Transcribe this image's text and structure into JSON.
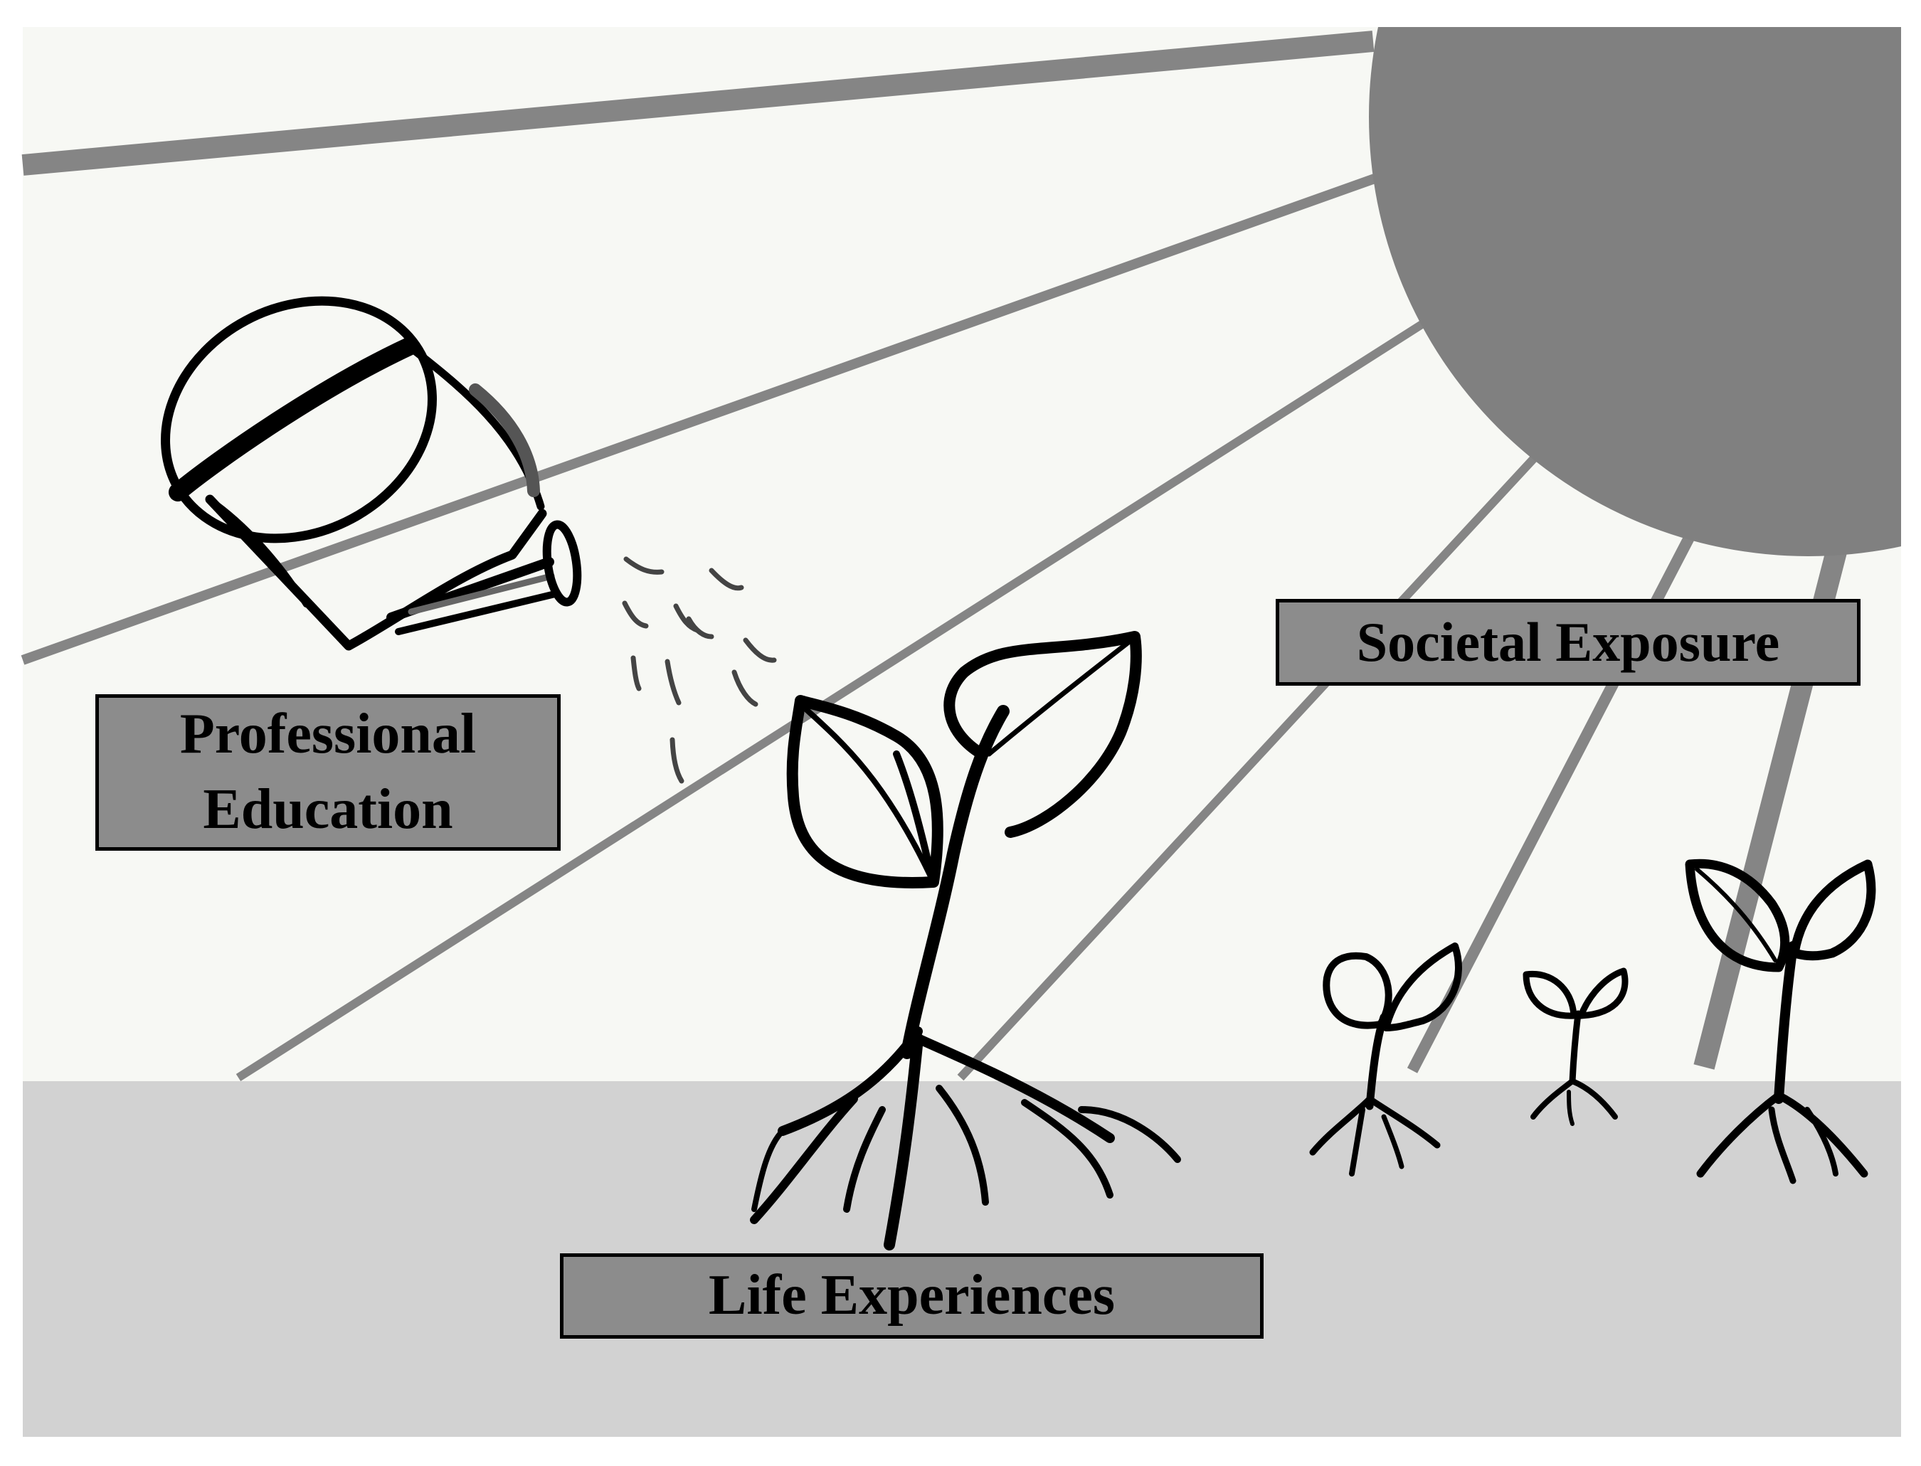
{
  "labels": {
    "professional_education": {
      "line1": "Professional",
      "line2": "Education"
    },
    "societal_exposure": "Societal Exposure",
    "life_experiences": "Life Experiences"
  },
  "colors": {
    "sky": "#f7f8f4",
    "ground": "#d2d2d2",
    "sun": "#808080",
    "ray": "#858585",
    "label_fill": "#8c8c8c",
    "ink": "#000000",
    "frame_background": "#ffffff"
  },
  "icons": [
    "sun-icon",
    "watering-can-icon",
    "water-drops-icon",
    "large-sprout-icon",
    "small-sprout-icon"
  ]
}
